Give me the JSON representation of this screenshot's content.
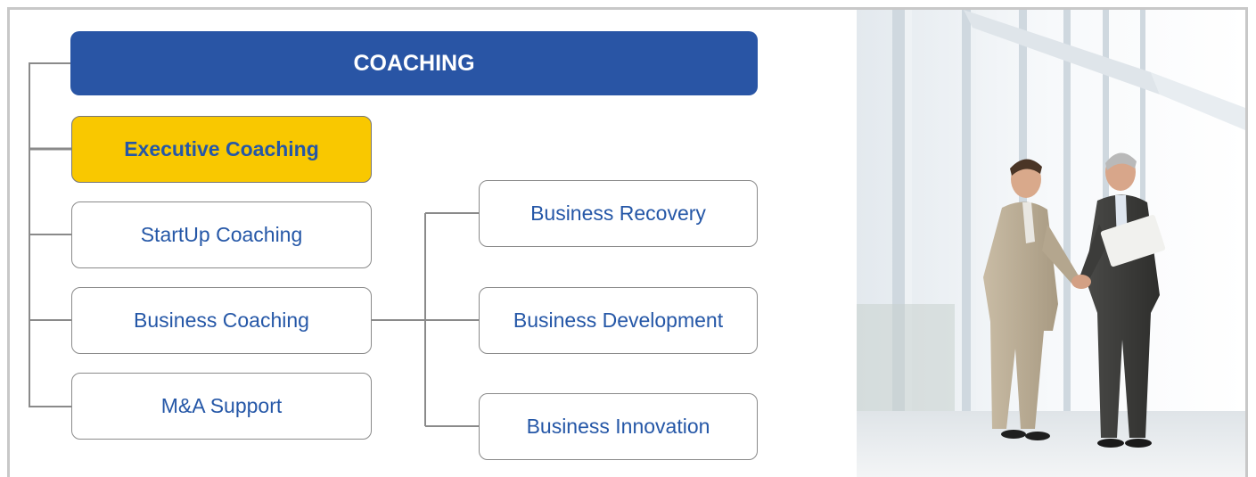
{
  "diagram": {
    "root": {
      "label": "COACHING"
    },
    "services": [
      {
        "label": "Executive Coaching",
        "active": true
      },
      {
        "label": "StartUp Coaching",
        "active": false
      },
      {
        "label": "Business Coaching",
        "active": false
      },
      {
        "label": "M&A Support",
        "active": false
      }
    ],
    "business_coaching_children": [
      {
        "label": "Business Recovery"
      },
      {
        "label": "Business Development"
      },
      {
        "label": "Business Innovation"
      }
    ]
  },
  "photo": {
    "subject": "two-businessmen-handshake-photo"
  },
  "colors": {
    "header_bg": "#2955a5",
    "active_bg": "#f9c800",
    "text_blue": "#2557a7",
    "border": "#8a8a8a",
    "connector": "#8a8a8a"
  }
}
